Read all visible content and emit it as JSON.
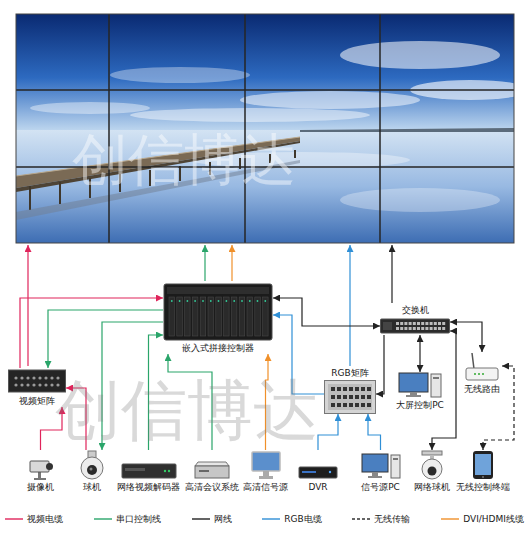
{
  "diagram": {
    "nodes": [
      {
        "text": [
          "嵌入式拼接控制器"
        ]
      },
      {
        "text": [
          "交换机"
        ]
      },
      {
        "text": [
          "视频矩阵"
        ]
      },
      {
        "text": [
          "RGB矩阵"
        ]
      },
      {
        "text": [
          "大屏控制PC"
        ]
      },
      {
        "text": [
          "无线路由"
        ]
      },
      {
        "text": [
          "摄像机"
        ]
      },
      {
        "text": [
          "球机"
        ]
      },
      {
        "text": [
          "网络视频解码器"
        ]
      },
      {
        "text": [
          "高清会议系统"
        ]
      },
      {
        "text": [
          "高清信号源"
        ]
      },
      {
        "text": [
          "DVR"
        ]
      },
      {
        "text": [
          "信号源PC"
        ]
      },
      {
        "text": [
          "网络球机"
        ]
      },
      {
        "text": [
          "无线控制终端"
        ]
      }
    ],
    "edges": [
      {
        "from": 2,
        "to": 0,
        "arrow": "to"
      },
      {
        "from": 0,
        "to": 2,
        "arrow": "to"
      },
      {
        "from": 6,
        "to": 2,
        "arrow": "to"
      },
      {
        "from": 7,
        "to": 2,
        "arrow": "to"
      },
      {
        "from": 0,
        "to": 7,
        "arrow": "to"
      },
      {
        "from": 8,
        "to": 0,
        "arrow": "to"
      },
      {
        "from": 9,
        "to": 0,
        "arrow": "to"
      },
      {
        "from": 10,
        "to": 0,
        "arrow": "to"
      },
      {
        "from": 3,
        "to": 0,
        "arrow": "to"
      },
      {
        "from": 1,
        "to": 0,
        "arrow": "both"
      },
      {
        "from": 1,
        "to": 3,
        "arrow": "to"
      },
      {
        "from": 1,
        "to": 4,
        "arrow": "both"
      },
      {
        "from": 1,
        "to": 5,
        "arrow": "both"
      },
      {
        "from": 1,
        "to": 13,
        "arrow": "both"
      },
      {
        "from": 5,
        "to": 14,
        "arrow": "both"
      },
      {
        "from": 11,
        "to": 3,
        "arrow": "to"
      },
      {
        "from": 12,
        "to": 3,
        "arrow": "to"
      }
    ],
    "labels": [
      "创信博达",
      "创信博达"
    ],
    "legend": [
      {
        "text": "视频电缆"
      },
      {
        "text": "串口控制线"
      },
      {
        "text": "网线"
      },
      {
        "text": "RGB电缆"
      },
      {
        "text": "无线传输"
      },
      {
        "text": "DVI/HDMI线缆"
      }
    ]
  }
}
